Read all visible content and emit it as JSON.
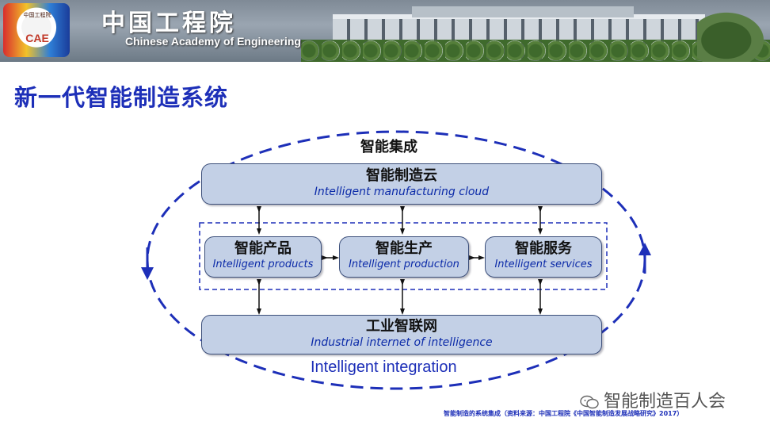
{
  "banner": {
    "logo_cn": "中国工程院",
    "logo_en": "CAE",
    "title_cn": "中国工程院",
    "title_en": "Chinese Academy of Engineering"
  },
  "slide": {
    "title": "新一代智能制造系统"
  },
  "diagram": {
    "outer_label_cn": "智能集成",
    "outer_label_en": "Intelligent integration",
    "cloud": {
      "cn": "智能制造云",
      "en": "Intelligent manufacturing cloud"
    },
    "products": {
      "cn": "智能产品",
      "en": "Intelligent products"
    },
    "production": {
      "cn": "智能生产",
      "en": "Intelligent production"
    },
    "services": {
      "cn": "智能服务",
      "en": "Intelligent services"
    },
    "internet": {
      "cn": "工业智联网",
      "en": "Industrial internet of intelligence"
    }
  },
  "footer": {
    "watermark": "智能制造百人会",
    "source": "智能制造的系统集成（资料来源：中国工程院《中国智能制造发展战略研究》2017）"
  },
  "colors": {
    "accent_blue": "#1d2fb8",
    "box_fill": "#c3d0e6",
    "box_border": "#3c4f7a"
  }
}
